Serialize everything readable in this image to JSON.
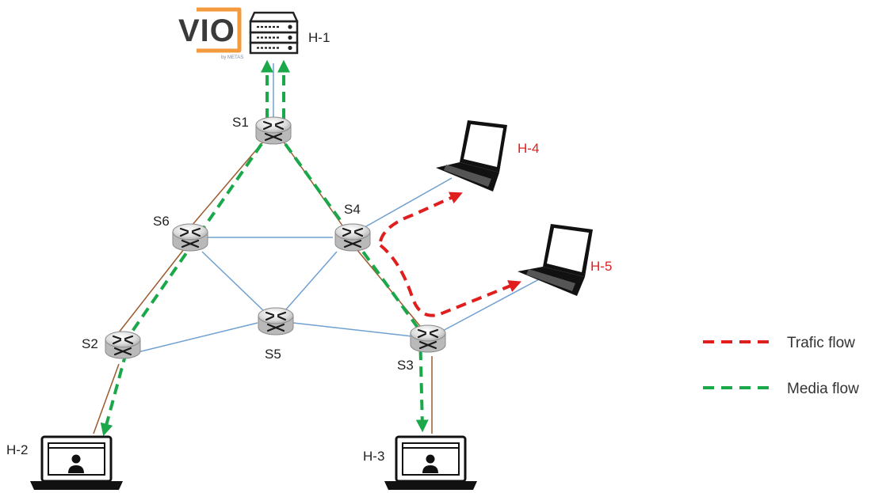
{
  "colors": {
    "blue_link": "#6fa0d0",
    "brown_link": "#9c5a2e",
    "traffic_flow": "#e01e1e",
    "media_flow": "#1aa84a",
    "orange_logo": "#f29a3c",
    "host_red_label": "#e01e1e"
  },
  "logo": {
    "text": "VIO",
    "subtext": "by METAS"
  },
  "switches": [
    {
      "id": "S1",
      "label": "S1"
    },
    {
      "id": "S2",
      "label": "S2"
    },
    {
      "id": "S3",
      "label": "S3"
    },
    {
      "id": "S4",
      "label": "S4"
    },
    {
      "id": "S5",
      "label": "S5"
    },
    {
      "id": "S6",
      "label": "S6"
    }
  ],
  "hosts": [
    {
      "id": "H-1",
      "label": "H-1",
      "icon": "server-icon"
    },
    {
      "id": "H-2",
      "label": "H-2",
      "icon": "laptop-user-icon"
    },
    {
      "id": "H-3",
      "label": "H-3",
      "icon": "laptop-user-icon"
    },
    {
      "id": "H-4",
      "label": "H-4",
      "icon": "laptop-icon"
    },
    {
      "id": "H-5",
      "label": "H-5",
      "icon": "laptop-icon"
    }
  ],
  "legend": {
    "traffic_label": "Trafic flow",
    "media_label": "Media flow"
  }
}
